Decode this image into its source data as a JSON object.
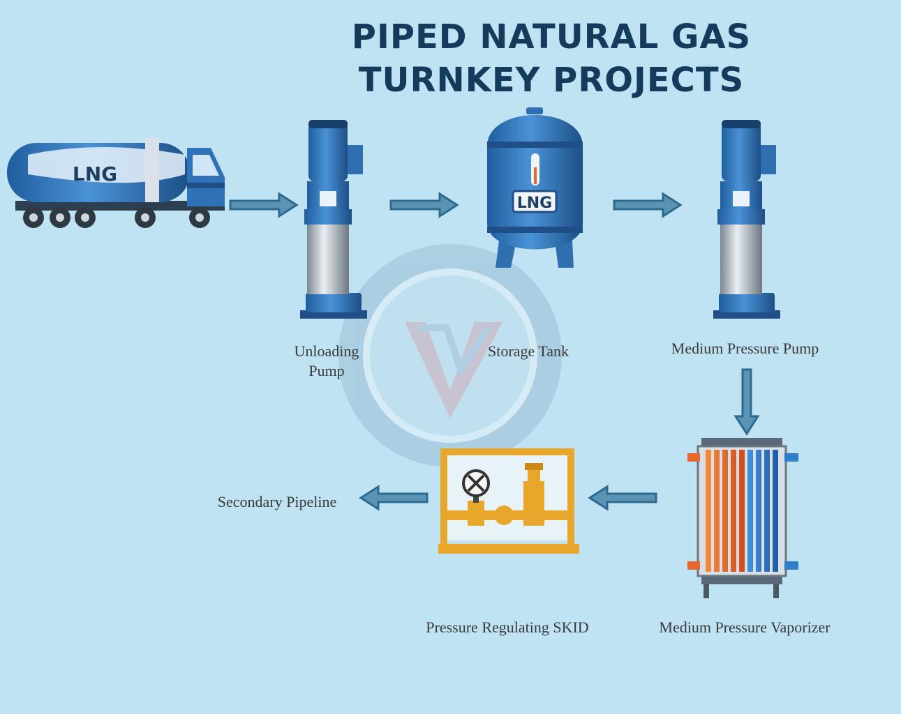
{
  "title": {
    "line1": "PIPED NATURAL GAS",
    "line2": "TURNKEY PROJECTS"
  },
  "truck": {
    "tank_text": "LNG",
    "icon": "lng-tanker-truck-icon"
  },
  "storage_tank": {
    "tank_text": "LNG",
    "icon": "storage-tank-icon"
  },
  "labels": {
    "unloading_pump_line1": "Unloading",
    "unloading_pump_line2": "Pump",
    "storage_tank": "Storage Tank",
    "medium_pressure_pump": "Medium Pressure Pump",
    "medium_pressure_vaporizer": "Medium Pressure Vaporizer",
    "pressure_regulating_skid": "Pressure Regulating SKID",
    "secondary_pipeline": "Secondary Pipeline"
  },
  "colors": {
    "background": "#bfe3f3",
    "title": "#143a5c",
    "equipment_blue": "#2f6fb0",
    "arrow": "#2c6a8e",
    "skid_frame": "#e8a62a",
    "vaporizer_hot": "#e8672a",
    "vaporizer_cold": "#2f7fc8"
  }
}
